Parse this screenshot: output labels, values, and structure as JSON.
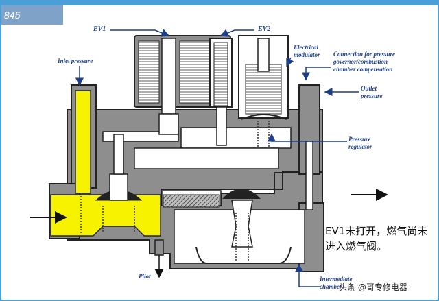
{
  "diagram": {
    "figure_number": "845",
    "labels": {
      "ev1": "EV1",
      "ev2": "EV2",
      "inlet_pressure": "Inlet pressure",
      "electrical_modulator_1": "Electrical",
      "electrical_modulator_2": "modulator",
      "connection_1": "Connection for pressure",
      "connection_2": "governor/combustion",
      "connection_3": "chamber compensation",
      "outlet_pressure_1": "Outlet",
      "outlet_pressure_2": "pressure",
      "pressure_regulator_1": "Pressure",
      "pressure_regulator_2": "regulator",
      "pilot": "Pilot",
      "intermediate_1": "Intermediate",
      "intermediate_2": "chamber"
    },
    "caption": "EV1未打开，燃气尚未进入燃气阀。",
    "watermark": "头条 @哥专修电器"
  },
  "colors": {
    "gas_fill": "#f6f200",
    "body_gray": "#8e8e8e",
    "outline": "#222222",
    "label_blue": "#1d3f8a",
    "frame_blue": "#4a9fd8",
    "header_bar": "#7fa3c8"
  }
}
